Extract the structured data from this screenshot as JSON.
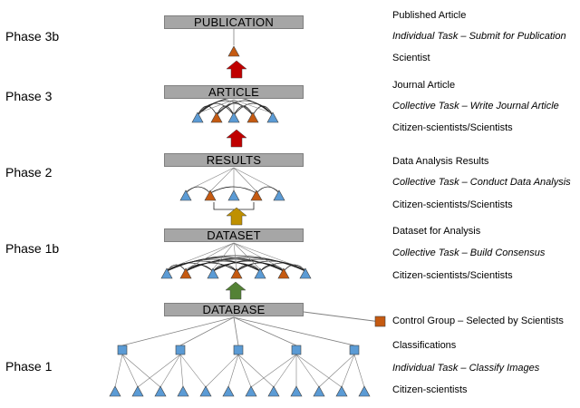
{
  "phases": {
    "phase_3b": "Phase 3b",
    "phase_3": "Phase 3",
    "phase_2": "Phase 2",
    "phase_1b": "Phase 1b",
    "phase_1": "Phase 1"
  },
  "stages": {
    "publication": "PUBLICATION",
    "article": "ARTICLE",
    "results": "RESULTS",
    "dataset": "DATASET",
    "database": "DATABASE"
  },
  "annotations": {
    "publication": {
      "output": "Published Article",
      "task": "Individual Task – Submit for Publication",
      "actor": "Scientist"
    },
    "article": {
      "output": "Journal Article",
      "task": "Collective Task – Write Journal Article",
      "actor": "Citizen-scientists/Scientists"
    },
    "results": {
      "output": "Data Analysis Results",
      "task": "Collective Task – Conduct Data Analysis",
      "actor": "Citizen-scientists/Scientists"
    },
    "dataset": {
      "output": "Dataset for Analysis",
      "task": "Collective Task – Build Consensus",
      "actor": "Citizen-scientists/Scientists"
    },
    "control_group": "Control Group – Selected by Scientists",
    "phase1": {
      "output": "Classifications",
      "task": "Individual Task – Classify Images",
      "actor": "Citizen-scientists"
    }
  },
  "colors": {
    "bar_fill": "#a6a6a6",
    "citizen_blue": "#5b9bd5",
    "scientist_orange": "#c55a11",
    "arrow_red": "#c00000",
    "arrow_gold": "#bf9000",
    "arrow_green": "#548235",
    "edge_gray": "#7f7f7f"
  }
}
